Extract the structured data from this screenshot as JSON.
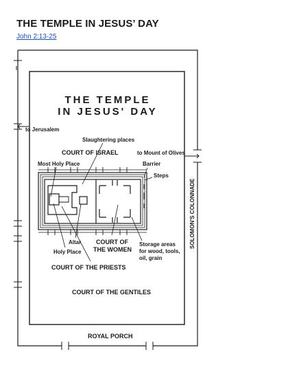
{
  "header": {
    "title": "THE TEMPLE IN JESUS’ DAY",
    "reference": "John 2:13-25"
  },
  "diagram": {
    "title_line1": "THE TEMPLE",
    "title_line2": "IN JESUS' DAY",
    "labels": {
      "to_jerusalem": "to Jerusalem",
      "slaughtering_places": "Slaughtering places",
      "court_of_israel": "COURT OF ISRAEL",
      "to_mount_of_olives": "to Mount of Olives",
      "most_holy_place": "Most Holy Place",
      "barrier": "Barrier",
      "steps": "Steps",
      "solomons_colonnade": "SOLOMON'S COLONNADE",
      "altar": "Altar",
      "holy_place": "Holy Place",
      "court_of_the_women_1": "COURT OF",
      "court_of_the_women_2": "THE WOMEN",
      "storage_1": "Storage areas",
      "storage_2": "for wood, tools,",
      "storage_3": "oil, grain",
      "court_of_the_priests": "COURT OF THE PRIESTS",
      "court_of_the_gentiles": "COURT OF THE GENTILES",
      "royal_porch": "ROYAL PORCH"
    }
  }
}
